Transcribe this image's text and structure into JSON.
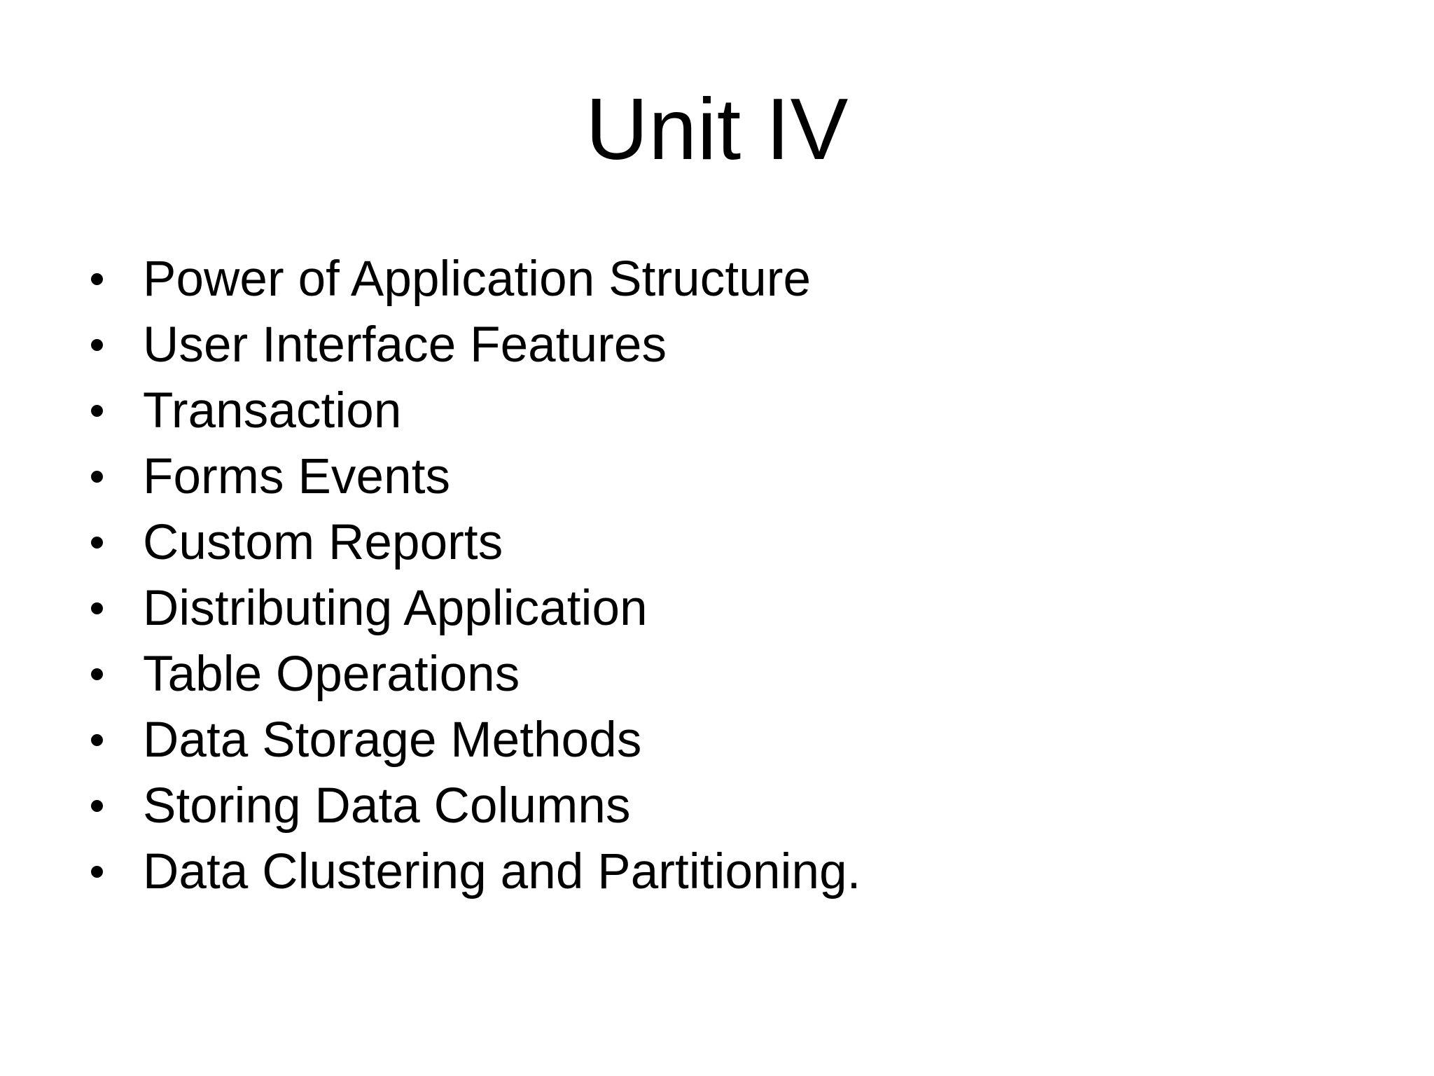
{
  "slide": {
    "background_color": "#ffffff",
    "text_color": "#000000",
    "title": "Unit IV",
    "bullet_marker": "•",
    "bullets": [
      {
        "text": "Power of Application Structure"
      },
      {
        "text": "User Interface Features"
      },
      {
        "text": "Transaction"
      },
      {
        "text": "Forms Events"
      },
      {
        "text": "Custom Reports"
      },
      {
        "text": "Distributing Application"
      },
      {
        "text": "Table Operations"
      },
      {
        "text": "Data Storage Methods"
      },
      {
        "text": "Storing Data Columns"
      },
      {
        "text": "Data Clustering and Partitioning."
      }
    ]
  }
}
